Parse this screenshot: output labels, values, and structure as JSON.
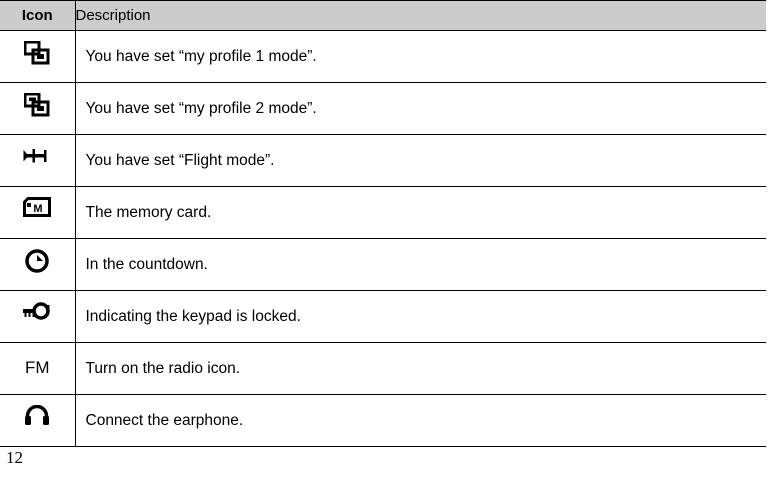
{
  "table": {
    "headers": {
      "icon": "Icon",
      "description": "Description"
    },
    "header_background": "#cccccc",
    "border_color": "#000000",
    "rows": [
      {
        "icon_name": "profile-1-mode-icon",
        "icon_label": "overlapping-windows",
        "description": "You have set “my profile 1 mode”."
      },
      {
        "icon_name": "profile-2-mode-icon",
        "icon_label": "overlapping-windows-2",
        "description": "You have set “my profile 2 mode”."
      },
      {
        "icon_name": "flight-mode-icon",
        "icon_label": "airplane",
        "description": "You have set “Flight mode”."
      },
      {
        "icon_name": "memory-card-icon",
        "icon_label": "memory-card-m",
        "description": "The memory card."
      },
      {
        "icon_name": "countdown-clock-icon",
        "icon_label": "clock",
        "description": "In the countdown."
      },
      {
        "icon_name": "keypad-lock-icon",
        "icon_label": "key",
        "description": "Indicating the keypad is locked."
      },
      {
        "icon_name": "radio-fm-icon",
        "icon_label": "FM",
        "description": "Turn on the radio icon."
      },
      {
        "icon_name": "earphone-icon",
        "icon_label": "headphones",
        "description": "Connect the earphone."
      }
    ]
  },
  "footer": {
    "page_number": "12"
  }
}
